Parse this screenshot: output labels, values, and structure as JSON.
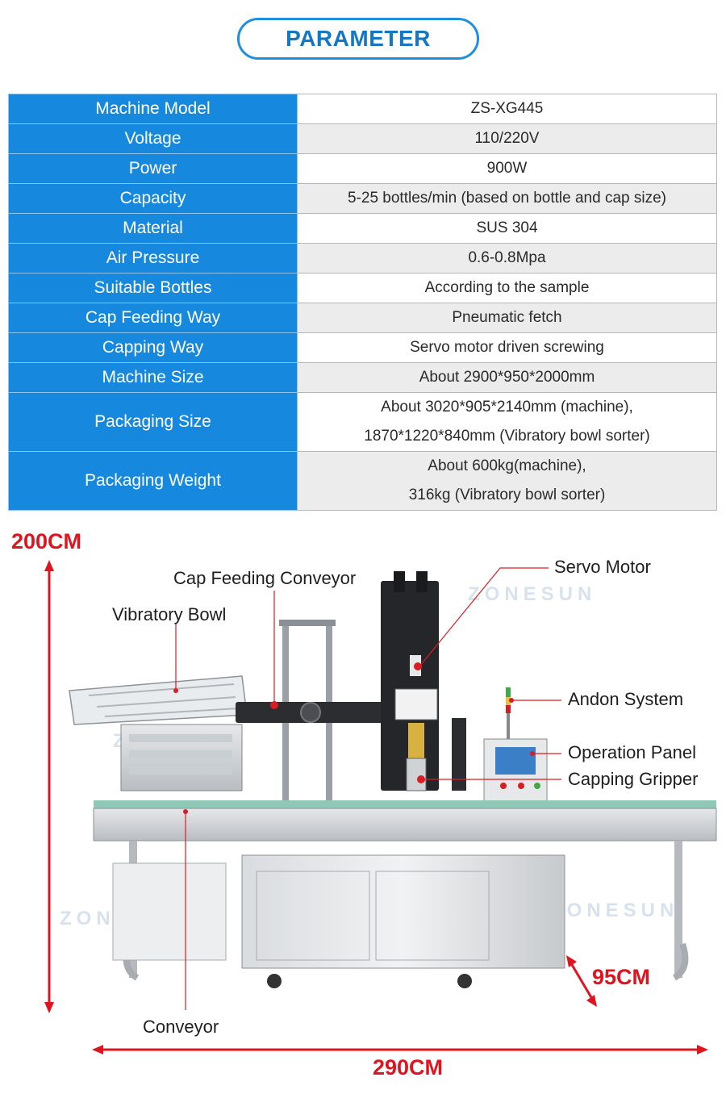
{
  "header": {
    "title": "PARAMETER"
  },
  "colors": {
    "accent": "#1689df",
    "dimension": "#e0141e"
  },
  "specs": [
    {
      "label": "Machine Model",
      "value": "ZS-XG445"
    },
    {
      "label": "Voltage",
      "value": "110/220V"
    },
    {
      "label": "Power",
      "value": "900W"
    },
    {
      "label": "Capacity",
      "value": "5-25 bottles/min (based on bottle and cap size)"
    },
    {
      "label": "Material",
      "value": "SUS 304"
    },
    {
      "label": "Air Pressure",
      "value": "0.6-0.8Mpa"
    },
    {
      "label": "Suitable Bottles",
      "value": "According to the sample"
    },
    {
      "label": "Cap Feeding Way",
      "value": "Pneumatic fetch"
    },
    {
      "label": "Capping Way",
      "value": "Servo motor driven screwing"
    },
    {
      "label": "Machine Size",
      "value": "About 2900*950*2000mm"
    },
    {
      "label": "Packaging Size",
      "value": "About 3020*905*2140mm (machine),",
      "value2": "1870*1220*840mm (Vibratory bowl sorter)"
    },
    {
      "label": "Packaging Weight",
      "value": "About 600kg(machine),",
      "value2": "316kg (Vibratory bowl sorter)"
    }
  ],
  "dimensions": {
    "height": "200CM",
    "depth": "95CM",
    "width": "290CM"
  },
  "callouts": {
    "servo_motor": "Servo Motor",
    "cap_feeding_conveyor": "Cap Feeding Conveyor",
    "vibratory_bowl": "Vibratory Bowl",
    "andon_system": "Andon System",
    "operation_panel": "Operation Panel",
    "capping_gripper": "Capping Gripper",
    "conveyor": "Conveyor"
  },
  "watermark": "ZONESUN"
}
